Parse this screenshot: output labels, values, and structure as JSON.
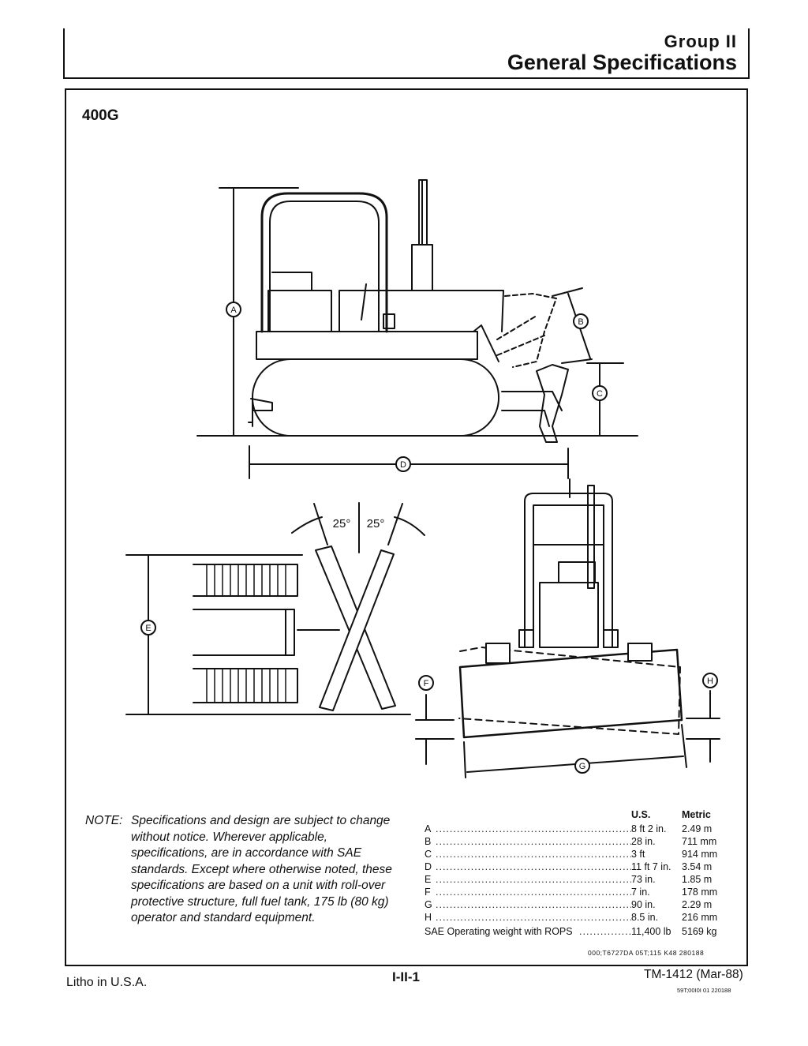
{
  "header": {
    "group": "Group II",
    "title": "General Specifications"
  },
  "model": "400G",
  "diagram": {
    "labels": {
      "a": "A",
      "b": "B",
      "c": "C",
      "d": "D",
      "e": "E",
      "f": "F",
      "g": "G",
      "h": "H"
    },
    "angle_left": "25°",
    "angle_right": "25°"
  },
  "note": {
    "label": "NOTE:",
    "text": "Specifications and design are subject to change without notice. Wherever applicable, specifications, are in accordance with SAE standards. Except where otherwise noted, these specifications are based on a unit with roll-over protective structure, full fuel tank, 175 lb (80 kg) operator and standard equipment."
  },
  "specs": {
    "col_us": "U.S.",
    "col_metric": "Metric",
    "rows": [
      {
        "key": "A",
        "us": "8 ft 2 in.",
        "metric": "2.49 m"
      },
      {
        "key": "B",
        "us": "28 in.",
        "metric": "711 mm"
      },
      {
        "key": "C",
        "us": "3 ft",
        "metric": "914 mm"
      },
      {
        "key": "D",
        "us": "11 ft 7 in.",
        "metric": "3.54 m"
      },
      {
        "key": "E",
        "us": "73 in.",
        "metric": "1.85 m"
      },
      {
        "key": "F",
        "us": "7 in.",
        "metric": "178 mm"
      },
      {
        "key": "G",
        "us": "90 in.",
        "metric": "2.29 m"
      },
      {
        "key": "H",
        "us": "8.5 in.",
        "metric": "216 mm"
      },
      {
        "key": "SAE Operating weight with ROPS",
        "us": "11,400 lb",
        "metric": "5169 kg"
      }
    ],
    "dots": "......................................................................"
  },
  "ref_code": "000;T6727DA  05T;115  K48  280188",
  "footer": {
    "left": "Litho in U.S.A.",
    "center": "I-II-1",
    "right": "TM-1412 (Mar-88)",
    "small": "59T;00I0I  01  220188"
  }
}
